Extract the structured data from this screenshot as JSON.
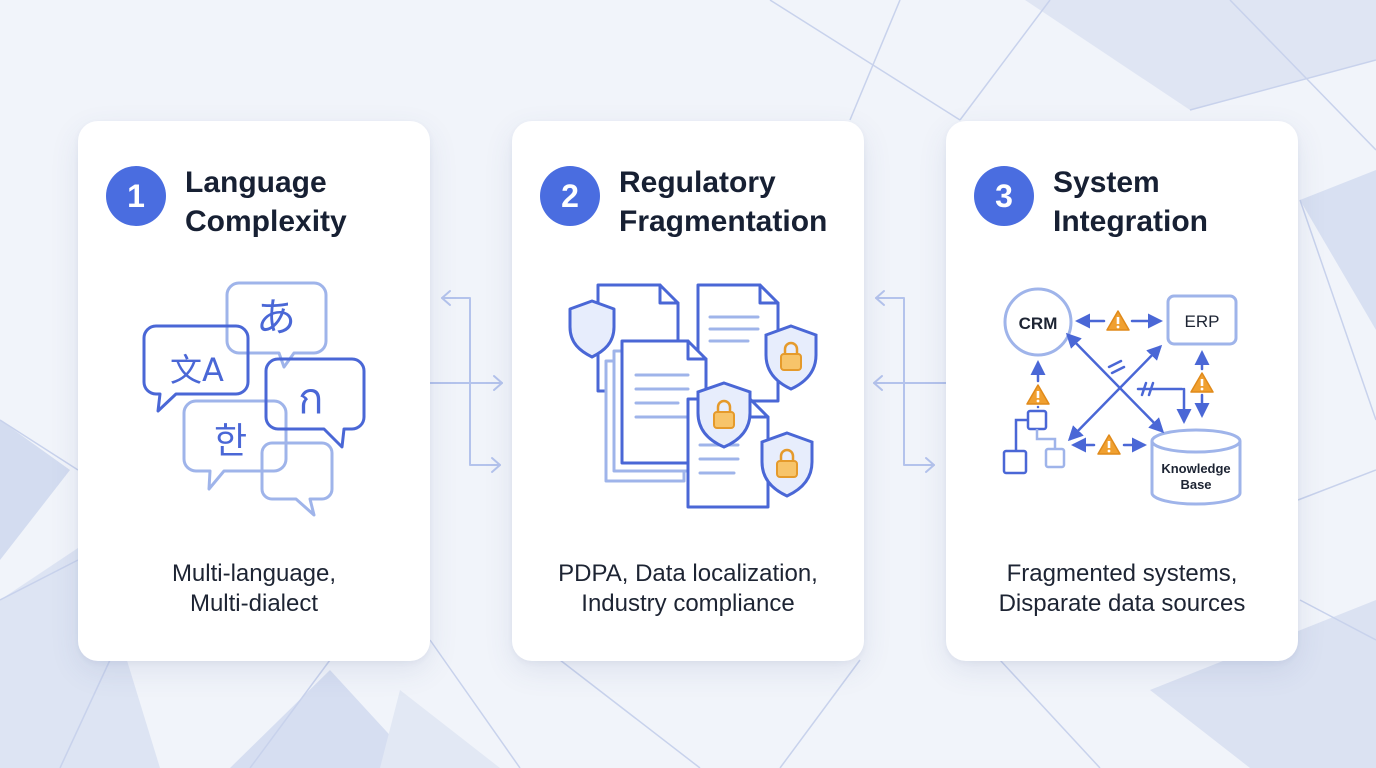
{
  "cards": [
    {
      "number": "1",
      "title_line1": "Language",
      "title_line2": "Complexity",
      "desc_line1": "Multi-language,",
      "desc_line2": "Multi-dialect",
      "glyphs": [
        "あ",
        "文A",
        "ก",
        "한"
      ]
    },
    {
      "number": "2",
      "title_line1": "Regulatory",
      "title_line2": "Fragmentation",
      "desc_line1": "PDPA, Data localization,",
      "desc_line2": "Industry compliance"
    },
    {
      "number": "3",
      "title_line1": "System",
      "title_line2": "Integration",
      "desc_line1": "Fragmented systems,",
      "desc_line2": "Disparate data sources",
      "nodes": {
        "crm": "CRM",
        "erp": "ERP",
        "kb_line1": "Knowledge",
        "kb_line2": "Base"
      }
    }
  ],
  "colors": {
    "accent": "#4a6de0",
    "line": "#4a67d6",
    "light_line": "#9fb4ea",
    "warning": "#f0a030",
    "background": "#f1f4fa"
  }
}
